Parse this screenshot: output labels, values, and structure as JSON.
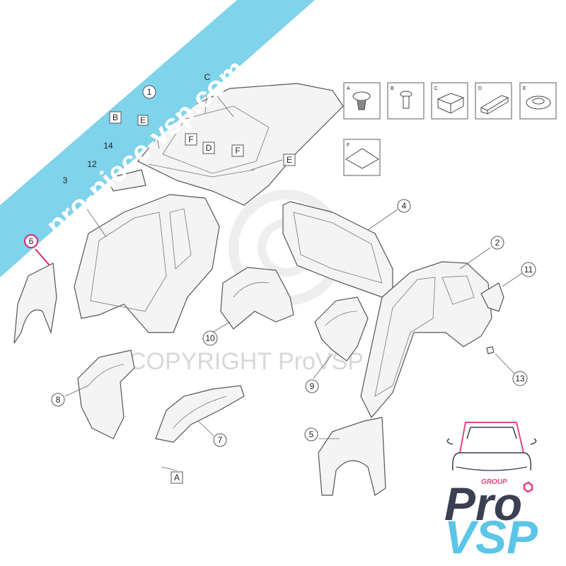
{
  "banner": {
    "text": "pro-piece-vsp.com",
    "color": "#7fd3ea"
  },
  "watermark": {
    "text": "COPYRIGHT ProVSP"
  },
  "callouts": {
    "n1": "1",
    "n2": "2",
    "n3": "3",
    "n4": "4",
    "n5": "5",
    "n6": "6",
    "n7": "7",
    "n8": "8",
    "n9": "9",
    "n10": "10",
    "n11": "11",
    "n12": "12",
    "n13": "13",
    "n14": "14",
    "c_top": "C",
    "b_left": "B",
    "e_left": "E",
    "f_left": "F",
    "d_mid": "D",
    "f_right": "F",
    "e_right": "E",
    "a_bottom": "A"
  },
  "legend": [
    {
      "letter": "A",
      "item": "clip"
    },
    {
      "letter": "B",
      "item": "rivet"
    },
    {
      "letter": "C",
      "item": "block"
    },
    {
      "letter": "D",
      "item": "strip"
    },
    {
      "letter": "E",
      "item": "washer"
    },
    {
      "letter": "F",
      "item": "pad"
    }
  ],
  "logo": {
    "group": "GROUP",
    "pro": "Pro",
    "vsp": "VSP",
    "dark": "#3b3f52",
    "accent": "#e8457f",
    "light": "#5cc6e8"
  },
  "highlight_color": "#d4287a"
}
